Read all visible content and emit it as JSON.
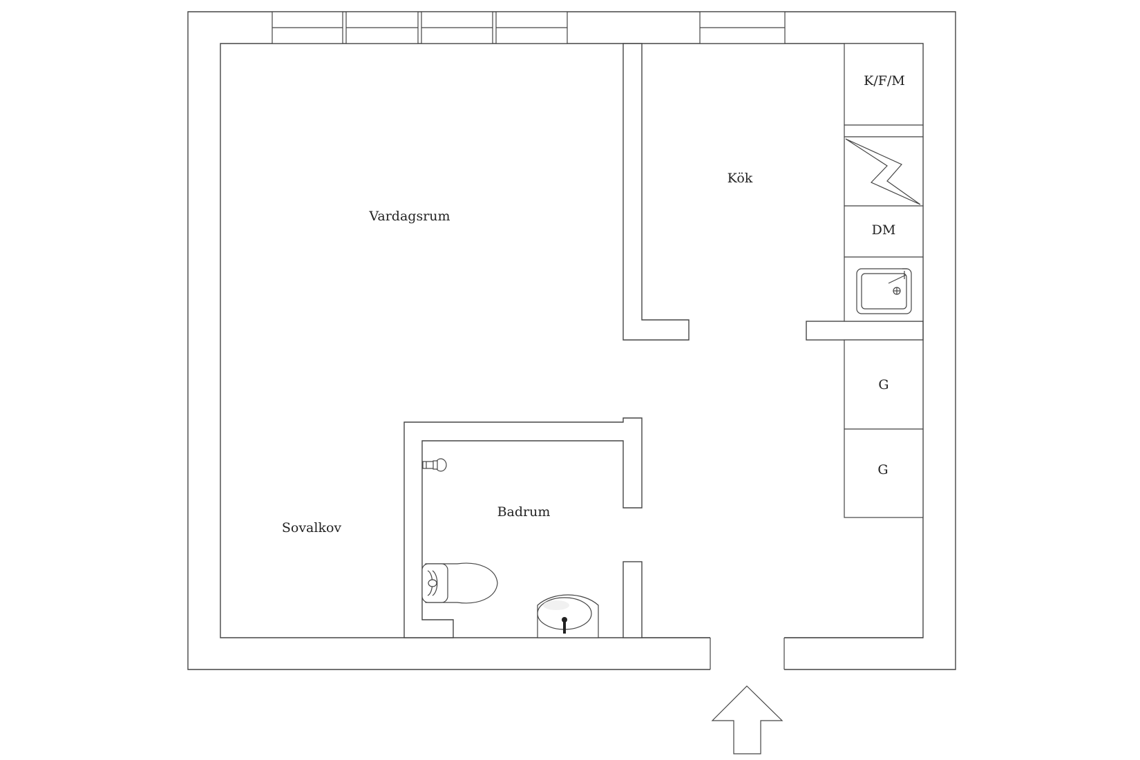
{
  "floor_plan": {
    "rooms": {
      "living": "Vardagsrum",
      "kitchen": "Kök",
      "sleeping_alcove": "Sovalkov",
      "bathroom": "Badrum"
    },
    "appliances": {
      "fridge_freezer": "K/F/M",
      "dishwasher": "DM",
      "wardrobe_1": "G",
      "wardrobe_2": "G"
    },
    "entrance_marker": "entrance-arrow"
  }
}
